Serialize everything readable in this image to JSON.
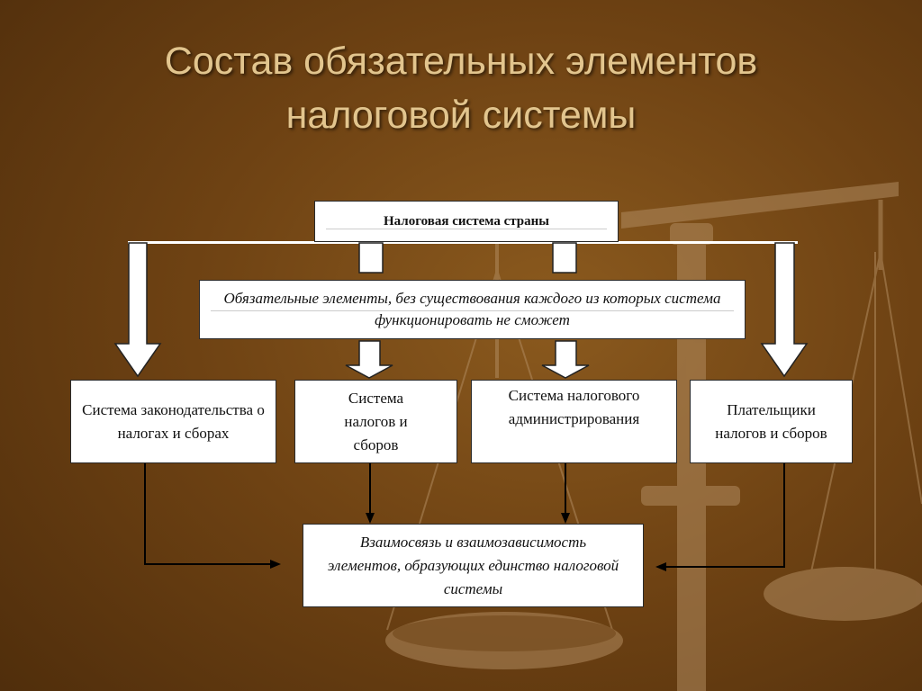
{
  "title": {
    "line1": "Состав обязательных элементов",
    "line2": "налоговой системы"
  },
  "diagram": {
    "root": "Налоговая система страны",
    "note": "Обязательные элементы, без существования каждого из которых система функционировать не сможет",
    "elements": [
      "Система законодательства о налогах и сборах",
      "Система налогов и сборов",
      "Система налогового администрирования",
      "Плательщики налогов и сборов"
    ],
    "bottom": "Взаимосвязь и взаимозависимость элементов, образующих единство налоговой системы"
  },
  "colors": {
    "background": "#6e4213",
    "title": "#e2c58e",
    "box_fill": "#ffffff",
    "arrow": "#000000"
  },
  "background_art": "scales-of-justice"
}
